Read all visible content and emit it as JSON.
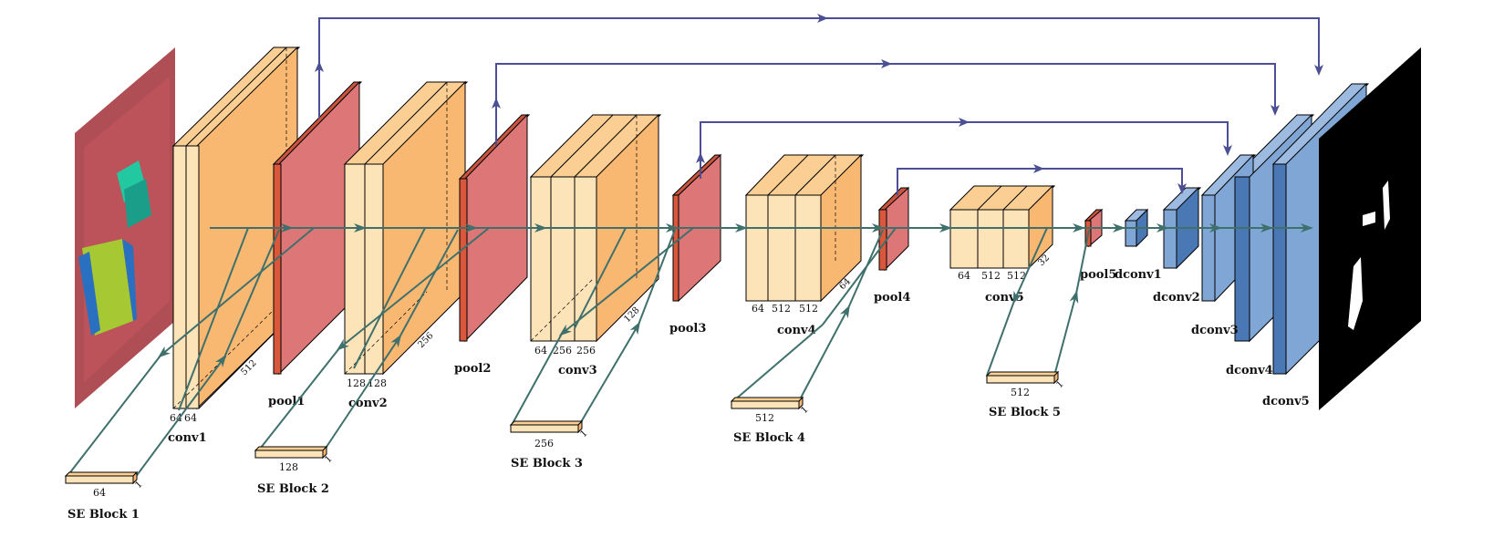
{
  "colors": {
    "conv_front": "#fde3b8",
    "conv_side": "#f9b872",
    "conv_top": "#fbcf93",
    "pool": "#dd7777",
    "pool_dark": "#d9583c",
    "deconv": "#7fa6d4",
    "deconv_dark": "#4a78b4",
    "skip_arrow": "#4b4f93",
    "flow_arrow": "#3f706c",
    "output_bg": "#000000"
  },
  "images": {
    "input": "input-image-red-tray-with-cans",
    "output": "output-segmentation-mask"
  },
  "layers": {
    "conv1": "conv1",
    "pool1": "pool1",
    "conv2": "conv2",
    "pool2": "pool2",
    "conv3": "conv3",
    "pool3": "pool3",
    "conv4": "conv4",
    "pool4": "pool4",
    "conv5": "conv5",
    "pool5": "pool5",
    "dconv1": "dconv1",
    "dconv2": "dconv2",
    "dconv3": "dconv3",
    "dconv4": "dconv4",
    "dconv5": "dconv5"
  },
  "se_blocks": [
    {
      "label": "SE Block 1",
      "channels": "64",
      "depth": "1"
    },
    {
      "label": "SE Block 2",
      "channels": "128",
      "depth": "1"
    },
    {
      "label": "SE Block 3",
      "channels": "256",
      "depth": "1"
    },
    {
      "label": "SE Block 4",
      "channels": "512",
      "depth": "1"
    },
    {
      "label": "SE Block 5",
      "channels": "512",
      "depth": "1"
    }
  ],
  "dims": {
    "conv1": {
      "ch1": "64",
      "ch2": "64",
      "size": "512"
    },
    "conv2": {
      "ch1": "128",
      "ch2": "128",
      "size": "256"
    },
    "conv3": {
      "ch1": "64",
      "ch2": "256",
      "ch3": "256",
      "size": "128"
    },
    "conv4": {
      "ch1": "64",
      "ch2": "512",
      "ch3": "512",
      "size": "64"
    },
    "conv5": {
      "ch1": "64",
      "ch2": "512",
      "ch3": "512",
      "size": "32"
    }
  }
}
